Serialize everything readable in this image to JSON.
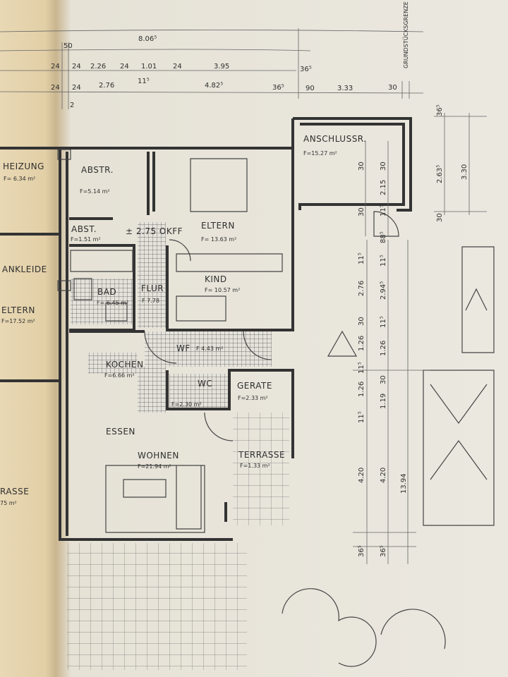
{
  "drawing": {
    "boundary_label": "GRUNDSTÜCKSGRENZE",
    "level_note": "± 2.75 OKFF",
    "colors": {
      "paper": "#e9e6dd",
      "paper_left": "#e8d8b4",
      "ink": "#2f2f2f"
    }
  },
  "top_dimensions": {
    "overall": "8.06⁵",
    "small": "50",
    "tick": "2",
    "row1": [
      "24",
      "24",
      "2.26",
      "24",
      "1.01",
      "24",
      "3.95",
      "36⁵"
    ],
    "row2": [
      "24",
      "24",
      "2.76",
      "11⁵",
      "4.82⁵",
      "36⁵",
      "90",
      "3.33",
      "30"
    ]
  },
  "rooms": [
    {
      "name": "HEIZUNG",
      "area": "F= 6.34 m²"
    },
    {
      "name": "ABSTR.",
      "area": "F=5.14 m²"
    },
    {
      "name": "ABST.",
      "area": "F=1.51 m²"
    },
    {
      "name": "ELTERN",
      "area": "F= 13.63 m²"
    },
    {
      "name": "KIND",
      "area": "F= 10.57 m²"
    },
    {
      "name": "BAD",
      "area": "F= 6.45 m²"
    },
    {
      "name": "FLUR",
      "area": "F 7.78"
    },
    {
      "name": "ANKLEIDE",
      "area": ""
    },
    {
      "name": "ELTERN",
      "area": "F=17.52 m²"
    },
    {
      "name": "WF",
      "area": "F 4.43 m²"
    },
    {
      "name": "KOCHEN",
      "area": "F=6.66 m²"
    },
    {
      "name": "WC",
      "area": "F=2.30 m²"
    },
    {
      "name": "GERATE",
      "area": "F=2.33 m²"
    },
    {
      "name": "ESSEN",
      "area": ""
    },
    {
      "name": "WOHNEN",
      "area": "F=21.94 m²"
    },
    {
      "name": "TERRASSE",
      "area": "F=1.33 m²"
    },
    {
      "name": "RASSE",
      "area": "75 m²"
    },
    {
      "name": "ANSCHLUSSR.",
      "area": "F=15.27 m²"
    }
  ],
  "annex_dimensions": {
    "outer": [
      "36⁵",
      "2.63⁵",
      "30"
    ],
    "total": "3.30",
    "inner": [
      "30",
      "30",
      "2.15",
      "11⁵",
      "30",
      "88⁵"
    ]
  },
  "side_dimensions": {
    "col1": [
      "11⁵",
      "2.76",
      "30",
      "11⁵",
      "1.26",
      "1.26",
      "11⁵",
      "4.20",
      "36⁵"
    ],
    "col2": [
      "11⁵",
      "2.94⁵",
      "11⁵",
      "1.26",
      "30",
      "1.19",
      "4.20",
      "36⁵"
    ],
    "total": "13.94"
  }
}
